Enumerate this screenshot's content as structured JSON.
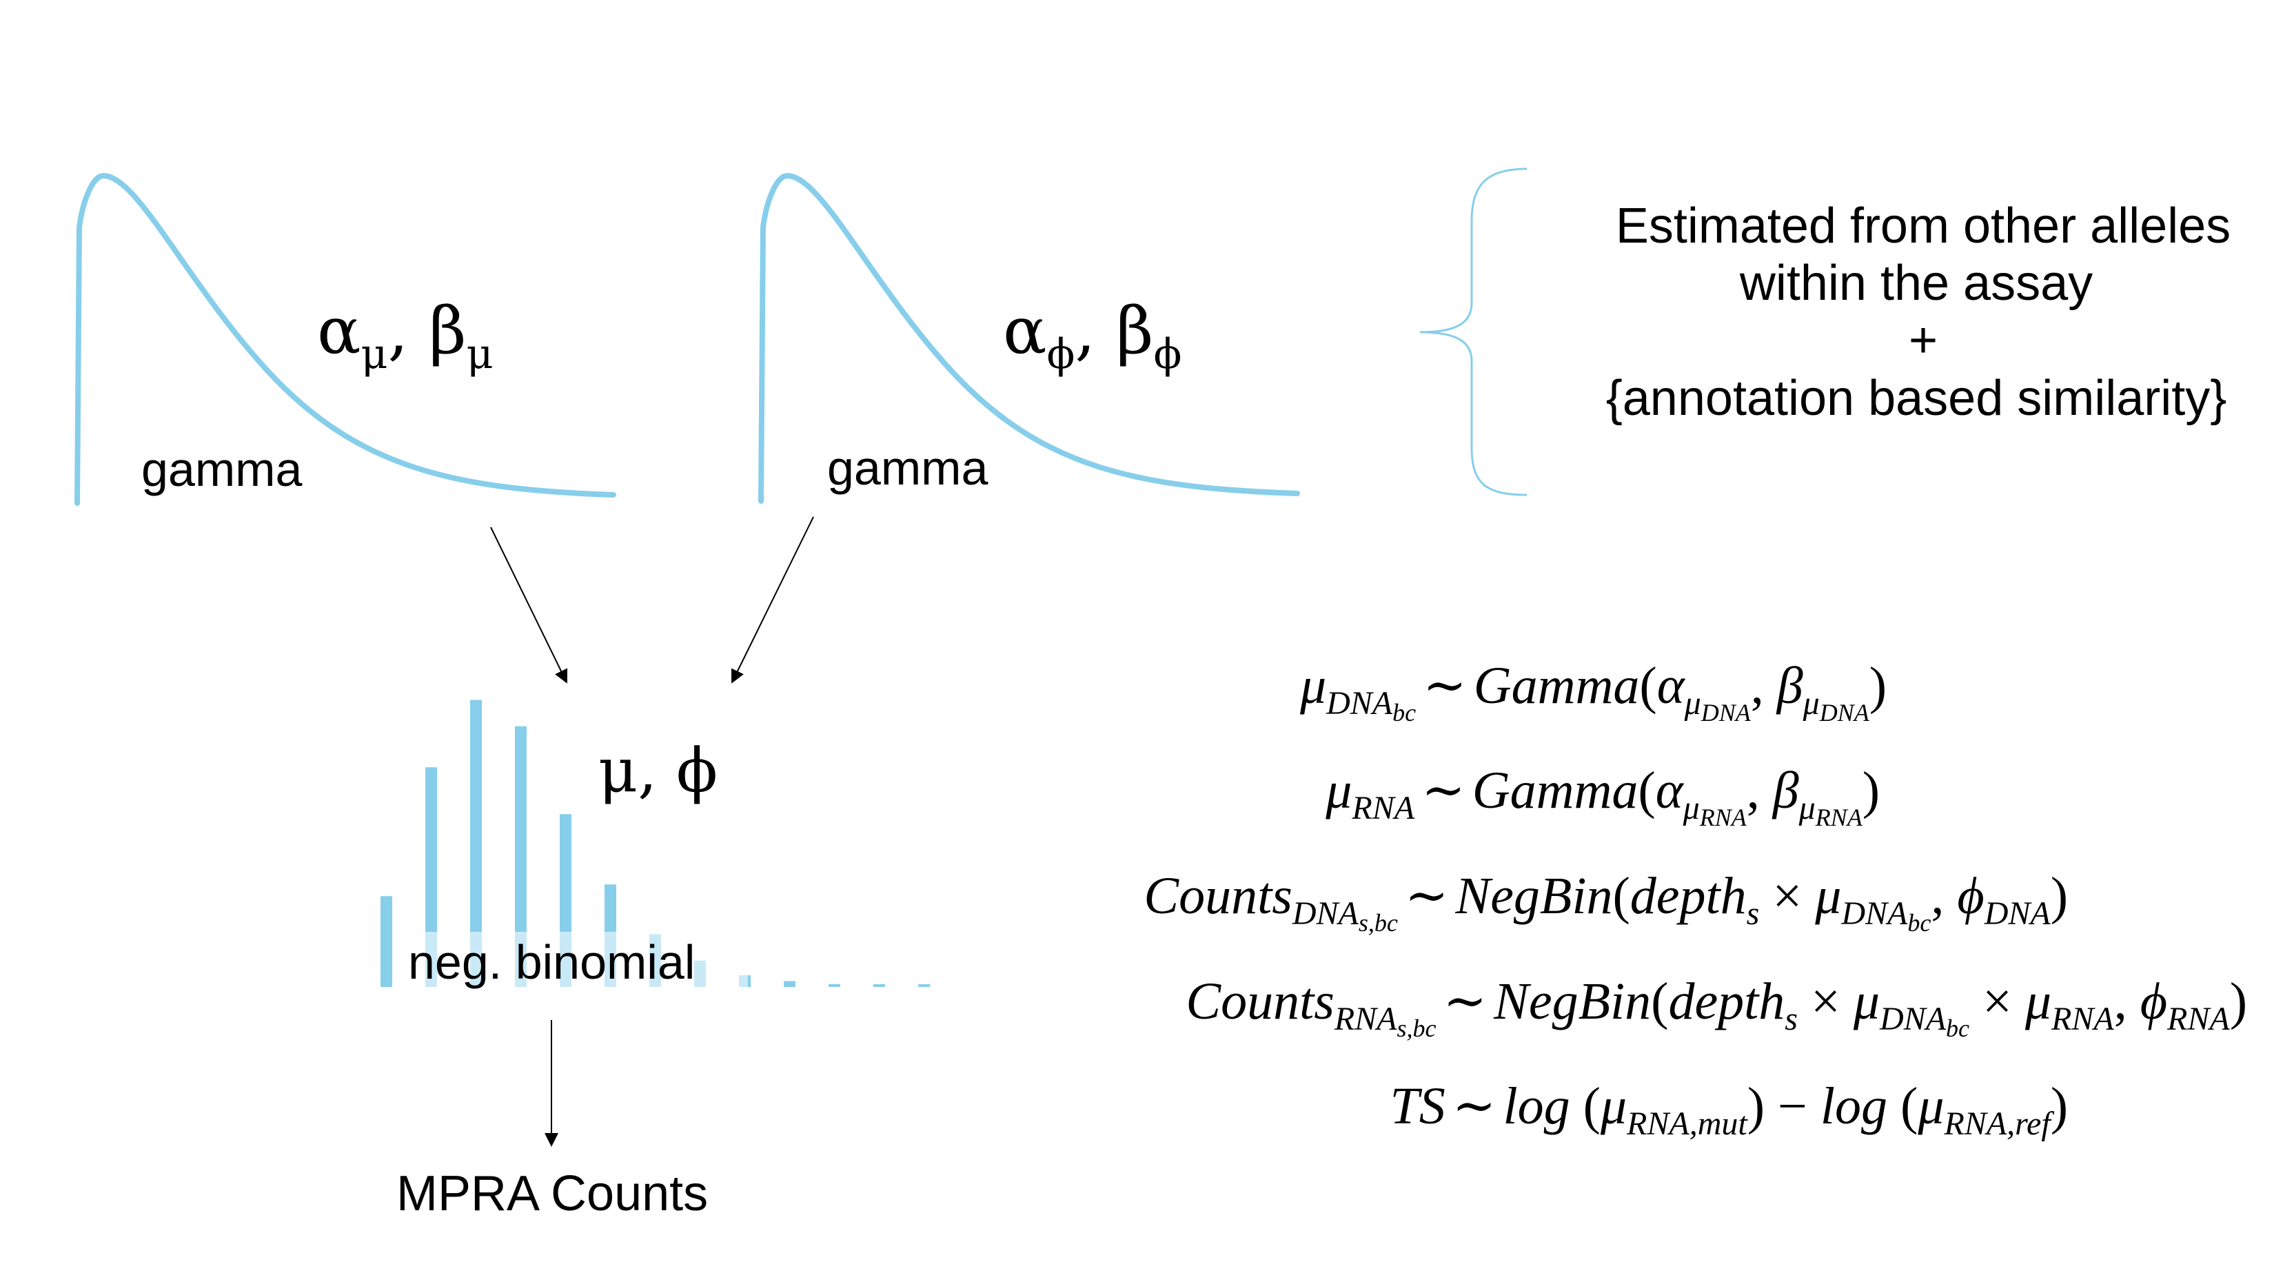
{
  "colors": {
    "curve": "#87ceeb",
    "bar": "#87ceeb",
    "ink": "#000000"
  },
  "gamma_left": {
    "label": "gamma",
    "params": {
      "a": "α",
      "a_sub": "μ",
      "sep": ", ",
      "b": "β",
      "b_sub": "μ"
    }
  },
  "gamma_right": {
    "label": "gamma",
    "params": {
      "a": "α",
      "a_sub": "ϕ",
      "sep": ", ",
      "b": "β",
      "b_sub": "ϕ"
    }
  },
  "bracket_note": {
    "lines": [
      "Estimated from other alleles",
      "within the assay",
      "+",
      "{annotation based similarity}"
    ]
  },
  "negbin": {
    "params": "μ, ϕ",
    "label": "neg. binomial",
    "bar_heights": [
      0.31,
      0.75,
      0.98,
      0.89,
      0.59,
      0.35,
      0.18,
      0.09,
      0.04,
      0.02,
      0.01,
      0.005,
      0.002
    ]
  },
  "output_label": "MPRA Counts",
  "equations": [
    {
      "lhs": {
        "base": "μ",
        "sub": "DNA",
        "subsub": "bc"
      },
      "tilde": "∼",
      "rhs": {
        "fn": "Gamma",
        "open": "(",
        "a": "α",
        "a_sub": "μ",
        "a_subsub": "DNA",
        "comma": ", ",
        "b": "β",
        "b_sub": "μ",
        "b_subsub": "DNA",
        "close": ")"
      }
    },
    {
      "lhs": {
        "base": "μ",
        "sub": "RNA"
      },
      "tilde": "∼",
      "rhs": {
        "fn": "Gamma",
        "open": "(",
        "a": "α",
        "a_sub": "μ",
        "a_subsub": "RNA",
        "comma": ", ",
        "b": "β",
        "b_sub": "μ",
        "b_subsub": "RNA",
        "close": ")"
      }
    },
    {
      "lhs": {
        "base": "Counts",
        "sub": "DNA",
        "subsub": "s,bc"
      },
      "tilde": "∼",
      "rhs": {
        "fn": "NegBin",
        "open": "(",
        "depth": "depth",
        "depth_sub": "s",
        "times": " × ",
        "m1": "μ",
        "m1_sub": "DNA",
        "m1_subsub": "bc",
        "comma": ", ",
        "phi": "ϕ",
        "phi_sub": "DNA",
        "close": ")"
      }
    },
    {
      "lhs": {
        "base": "Counts",
        "sub": "RNA",
        "subsub": "s,bc"
      },
      "tilde": "∼",
      "rhs": {
        "fn": "NegBin",
        "open": "(",
        "depth": "depth",
        "depth_sub": "s",
        "times": " × ",
        "m1": "μ",
        "m1_sub": "DNA",
        "m1_subsub": "bc",
        "times2": " × ",
        "m2": "μ",
        "m2_sub": "RNA",
        "comma": ", ",
        "phi": "ϕ",
        "phi_sub": "RNA",
        "close": ")"
      }
    },
    {
      "lhs": {
        "base": "TS"
      },
      "tilde": "∼",
      "rhs": {
        "log1": "log",
        "open1": " (",
        "m1": "μ",
        "m1_sub": "RNA,mut",
        "close1": ")",
        "minus": " − ",
        "log2": "log",
        "open2": " (",
        "m2": "μ",
        "m2_sub": "RNA,ref",
        "close2": ")"
      }
    }
  ]
}
